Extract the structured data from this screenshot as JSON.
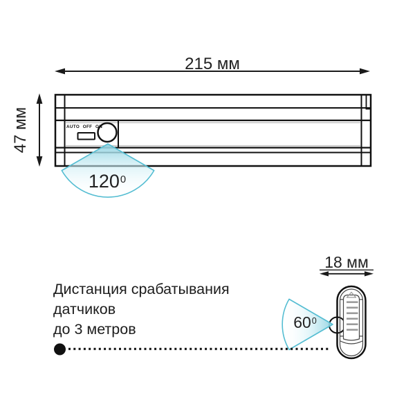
{
  "dimensions": {
    "width_label": "215 мм",
    "height_label": "47 мм",
    "depth_label": "18 мм"
  },
  "fixture": {
    "switch_label": "AUTO OFF ON"
  },
  "cones": {
    "front": {
      "angle": "120",
      "sup": "0"
    },
    "side": {
      "angle": "60",
      "sup": "0"
    }
  },
  "note": {
    "line1": "Дистанция срабатывания",
    "line2": "датчиков",
    "line3": "до 3 метров"
  },
  "colors": {
    "line": "#111111",
    "cone_stroke": "#54bdd2",
    "cone_fill": "#8fd2e0",
    "vent_bar": "#999999",
    "shadow_gray": "#c4c4c4"
  }
}
